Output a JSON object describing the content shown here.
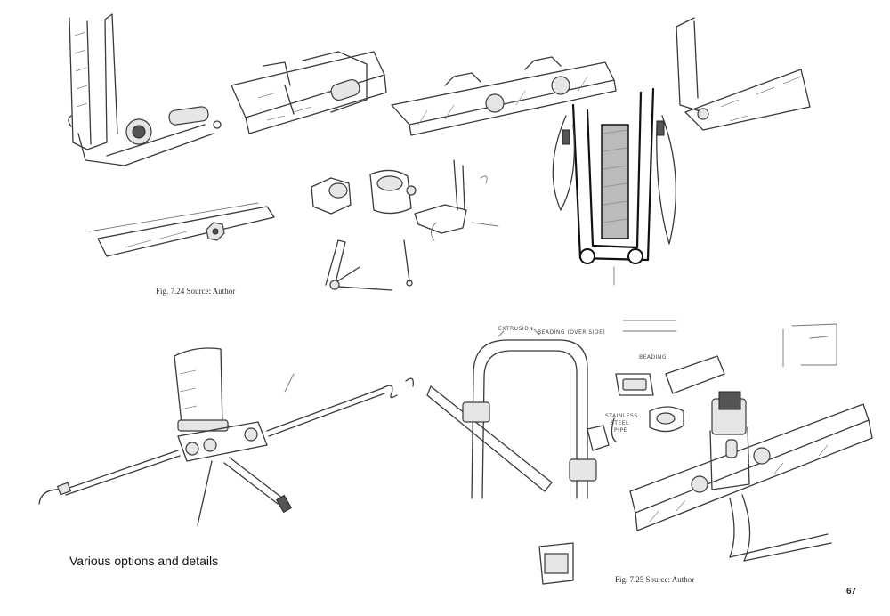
{
  "captions": {
    "fig_724": "Fig. 7.24   Source: Author",
    "fig_725": "Fig. 7.25   Source: Author"
  },
  "heading": "Various options and details",
  "page_number": "67",
  "sketch_notes": {
    "extrusion": "EXTRUSION",
    "beading_overside": "BEADING (OVER SIDE)",
    "beading": "BEADING",
    "stainless_1": "STAINLESS",
    "stainless_2": "STEEL",
    "stainless_3": "PIPE"
  }
}
